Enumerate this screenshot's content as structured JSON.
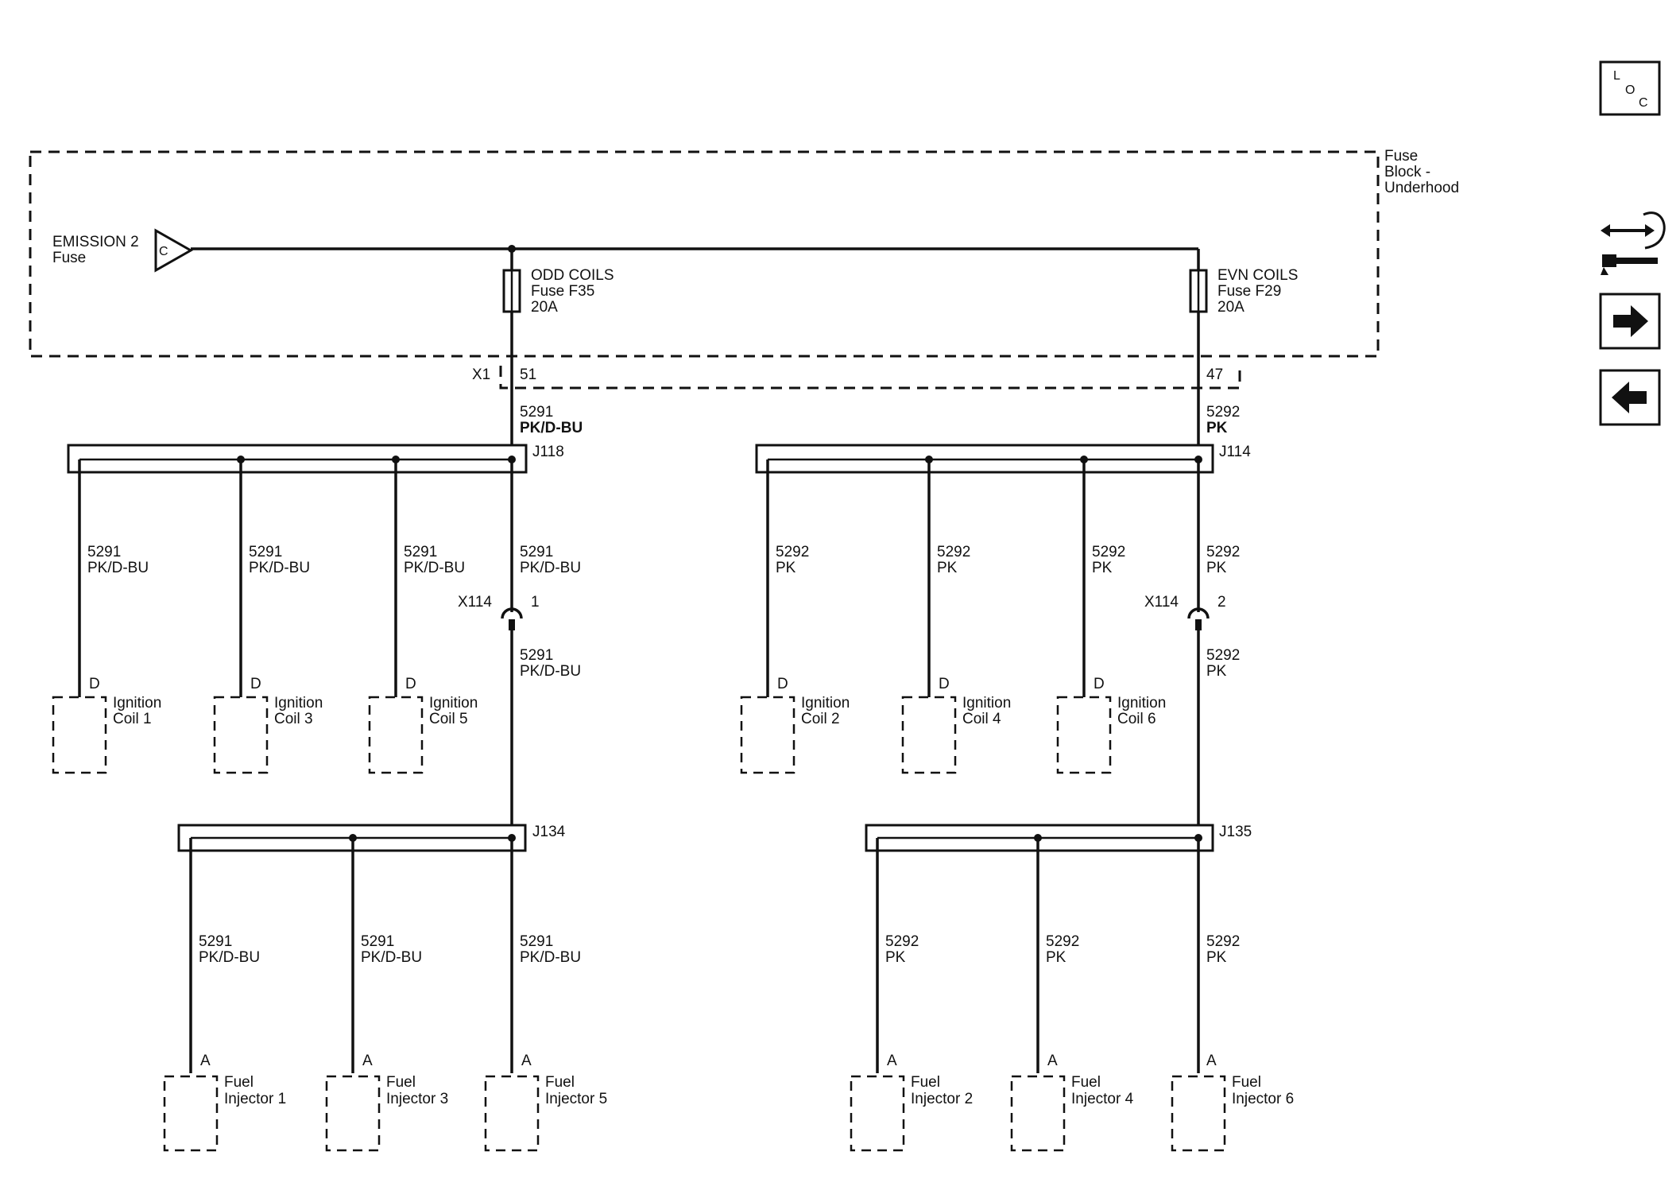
{
  "fuse_block": {
    "label_lines": [
      "Fuse",
      "Block -",
      "Underhood"
    ],
    "emission_label": "EMISSION 2",
    "emission_sub": "Fuse",
    "emission_pin": "C",
    "odd_fuse": {
      "name": "ODD COILS",
      "id": "Fuse F35",
      "rating": "20A"
    },
    "evn_fuse": {
      "name": "EVN COILS",
      "id": "Fuse F29",
      "rating": "20A"
    },
    "connector": "X1",
    "odd_pin": "51",
    "evn_pin": "47"
  },
  "odd": {
    "circuit": "5291",
    "color": "PK/D-BU",
    "splice_top": "J118",
    "splice_bottom": "J134",
    "inline_connector": "X114",
    "inline_pin": "1",
    "coils": [
      {
        "pin": "D",
        "line1": "Ignition",
        "line2": "Coil 1"
      },
      {
        "pin": "D",
        "line1": "Ignition",
        "line2": "Coil 3"
      },
      {
        "pin": "D",
        "line1": "Ignition",
        "line2": "Coil 5"
      }
    ],
    "injectors": [
      {
        "pin": "A",
        "line1": "Fuel",
        "line2": "Injector 1"
      },
      {
        "pin": "A",
        "line1": "Fuel",
        "line2": "Injector 3"
      },
      {
        "pin": "A",
        "line1": "Fuel",
        "line2": "Injector 5"
      }
    ]
  },
  "even": {
    "circuit": "5292",
    "color": "PK",
    "splice_top": "J114",
    "splice_bottom": "J135",
    "inline_connector": "X114",
    "inline_pin": "2",
    "coils": [
      {
        "pin": "D",
        "line1": "Ignition",
        "line2": "Coil 2"
      },
      {
        "pin": "D",
        "line1": "Ignition",
        "line2": "Coil 4"
      },
      {
        "pin": "D",
        "line1": "Ignition",
        "line2": "Coil 6"
      }
    ],
    "injectors": [
      {
        "pin": "A",
        "line1": "Fuel",
        "line2": "Injector 2"
      },
      {
        "pin": "A",
        "line1": "Fuel",
        "line2": "Injector 4"
      },
      {
        "pin": "A",
        "line1": "Fuel",
        "line2": "Injector 6"
      }
    ]
  },
  "nav": {
    "loc": {
      "l": "L",
      "o": "O",
      "c": "C"
    },
    "icons": [
      "connector-repair-icon",
      "forward-arrow-icon",
      "back-arrow-icon"
    ]
  }
}
